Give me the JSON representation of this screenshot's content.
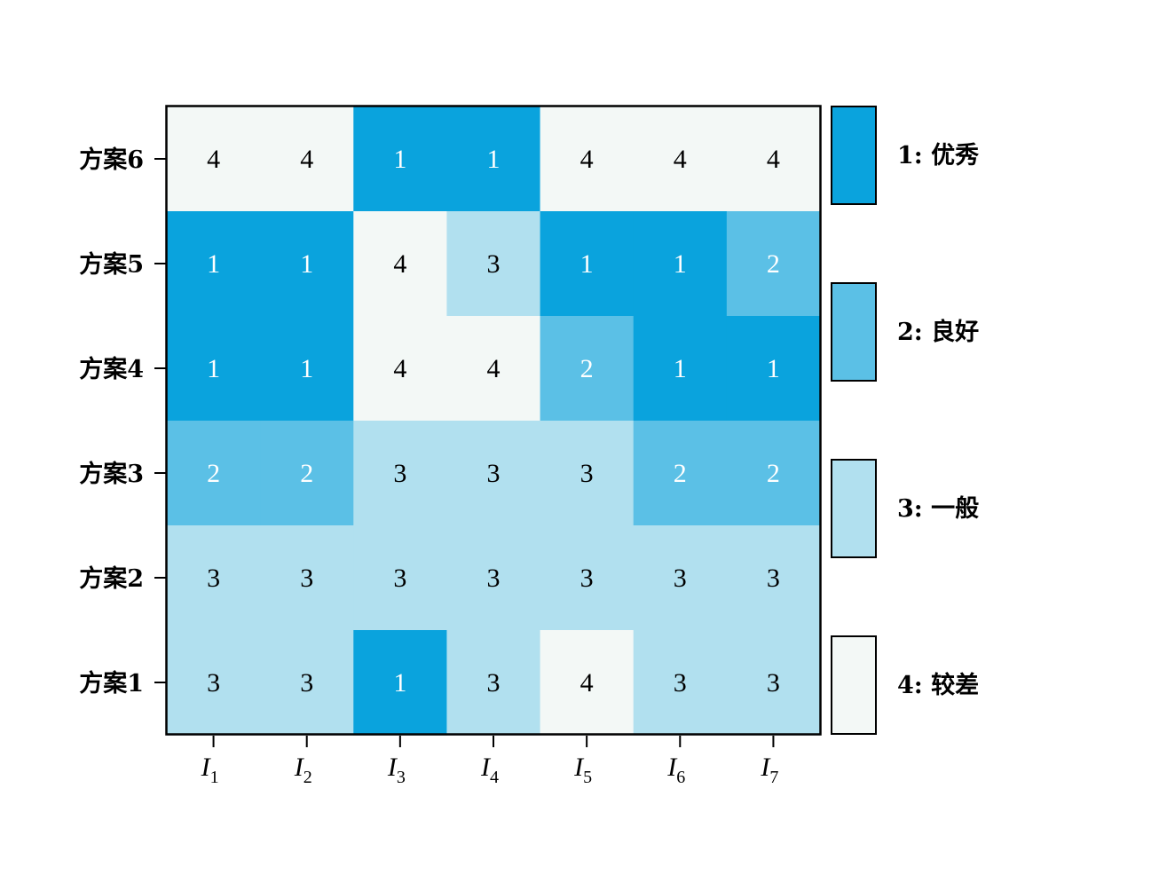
{
  "chart_data": {
    "type": "heatmap",
    "x_categories": [
      {
        "base": "I",
        "sub": "1"
      },
      {
        "base": "I",
        "sub": "2"
      },
      {
        "base": "I",
        "sub": "3"
      },
      {
        "base": "I",
        "sub": "4"
      },
      {
        "base": "I",
        "sub": "5"
      },
      {
        "base": "I",
        "sub": "6"
      },
      {
        "base": "I",
        "sub": "7"
      }
    ],
    "y_categories": [
      "方案6",
      "方案5",
      "方案4",
      "方案3",
      "方案2",
      "方案1"
    ],
    "values": [
      [
        4,
        4,
        1,
        1,
        4,
        4,
        4
      ],
      [
        1,
        1,
        4,
        3,
        1,
        1,
        2
      ],
      [
        1,
        1,
        4,
        4,
        2,
        1,
        1
      ],
      [
        2,
        2,
        3,
        3,
        3,
        2,
        2
      ],
      [
        3,
        3,
        3,
        3,
        3,
        3,
        3
      ],
      [
        3,
        3,
        1,
        3,
        4,
        3,
        3
      ]
    ],
    "legend": [
      {
        "value": 1,
        "label": "1: 优秀",
        "color": "#0aa3dd"
      },
      {
        "value": 2,
        "label": "2: 良好",
        "color": "#5bc0e6"
      },
      {
        "value": 3,
        "label": "3: 一般",
        "color": "#b1e0ef"
      },
      {
        "value": 4,
        "label": "4: 较差",
        "color": "#f3f8f6"
      }
    ],
    "legend_placement": "right",
    "text_colors": {
      "dark_cell": "#ffffff",
      "light_cell": "#000000"
    }
  }
}
